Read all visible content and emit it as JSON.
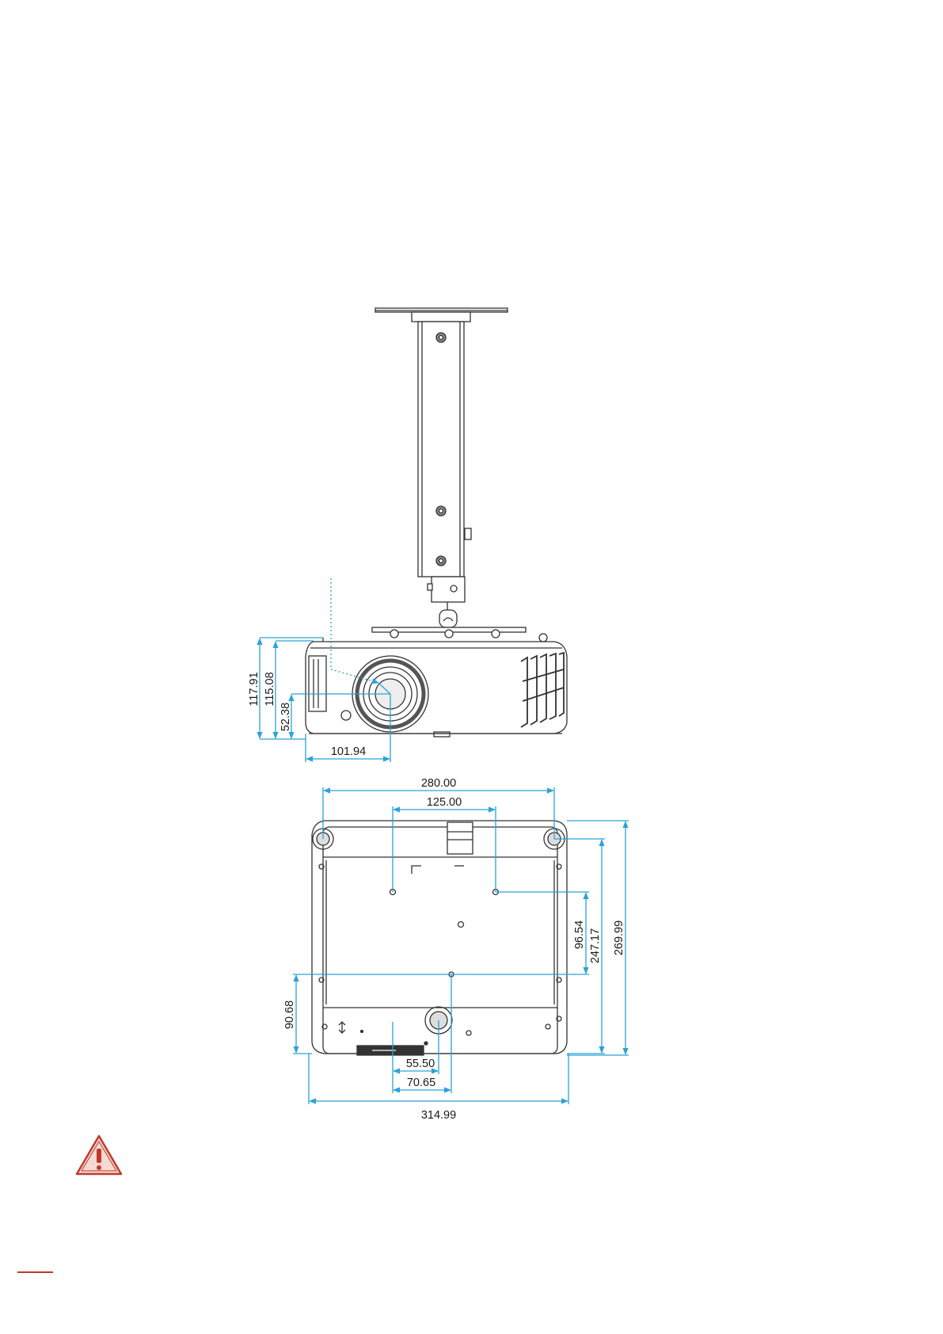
{
  "colors": {
    "dimension_line": "#2aa3d6",
    "drawing_line": "#333333",
    "warning_fill": "#c0392b",
    "footer_accent": "#c0392b"
  },
  "front_view": {
    "dimensions": {
      "height_total": "117.91",
      "height_body": "115.08",
      "lens_center_height": "52.38",
      "lens_center_offset": "101.94"
    }
  },
  "bottom_view": {
    "dimensions": {
      "foot_spacing_width": "280.00",
      "mount_hole_spacing": "125.00",
      "mount_hole_depth": "96.54",
      "depth_body": "247.17",
      "depth_total": "269.99",
      "rear_hole_offset": "90.68",
      "foot_offset_a": "55.50",
      "foot_offset_b": "70.65",
      "width_total": "314.99"
    }
  },
  "icons": {
    "warning": "warning-triangle-icon"
  }
}
